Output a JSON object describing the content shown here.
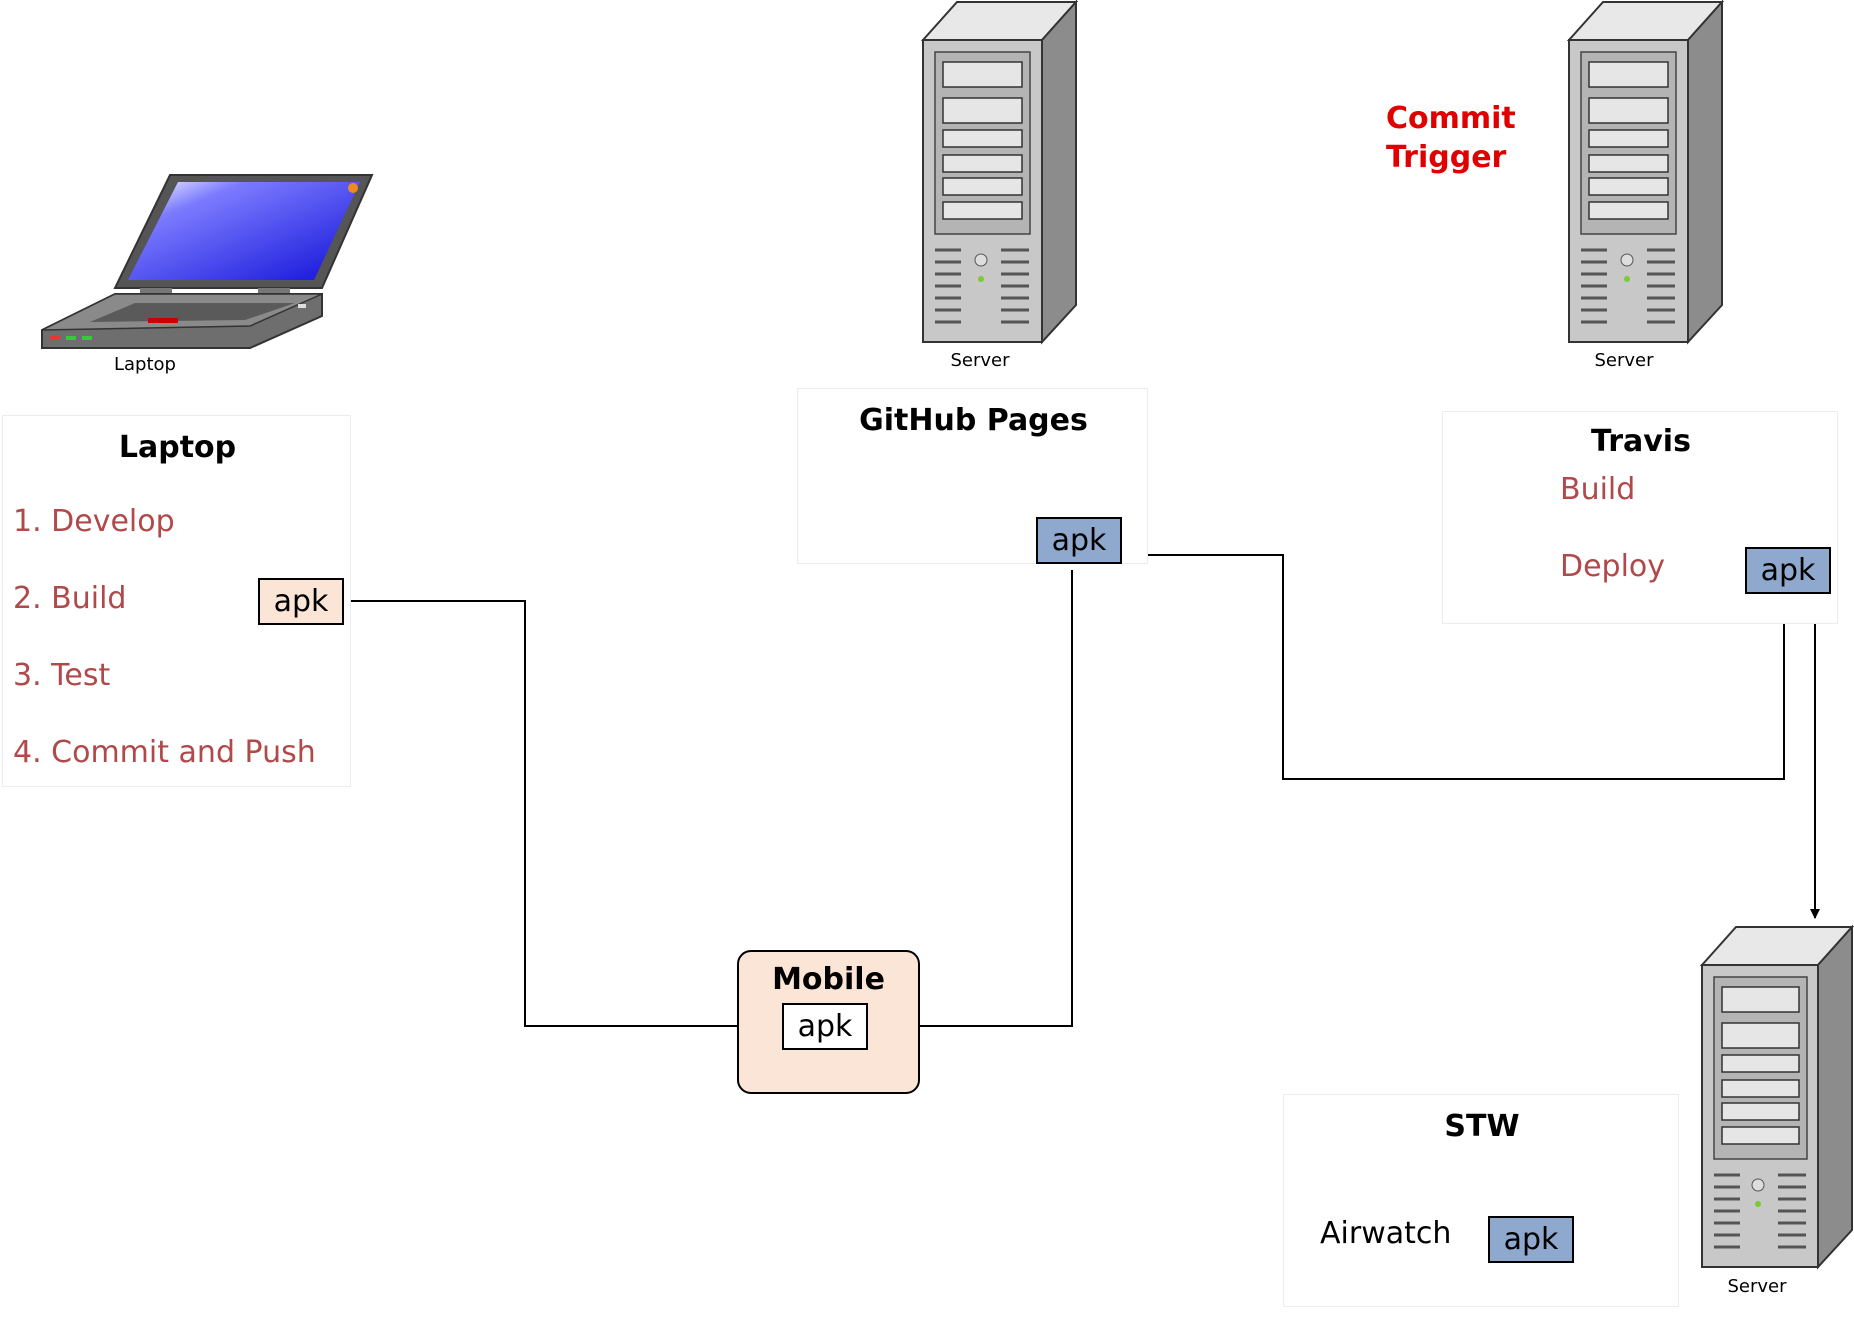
{
  "devices": {
    "laptop_label": "Laptop",
    "server_label": "Server"
  },
  "trigger": {
    "line1": "Commit",
    "line2": "Trigger"
  },
  "laptop_panel": {
    "title": "Laptop",
    "steps": [
      "1. Develop",
      "2. Build",
      "3. Test",
      "4. Commit and Push"
    ],
    "artifact": "apk"
  },
  "github_panel": {
    "title": "GitHub Pages",
    "artifact": "apk"
  },
  "travis_panel": {
    "title": "Travis",
    "steps": [
      "Build",
      "Deploy"
    ],
    "artifact": "apk"
  },
  "mobile_panel": {
    "title": "Mobile",
    "artifact": "apk"
  },
  "stw_panel": {
    "title": "STW",
    "tool": "Airwatch",
    "artifact": "apk"
  },
  "colors": {
    "step_text": "#b0494a",
    "trigger_text": "#e00000",
    "apk_blue": "#8ea9cd",
    "apk_peach": "#fbe5d6",
    "mobile_bg": "#fbe5d6"
  }
}
